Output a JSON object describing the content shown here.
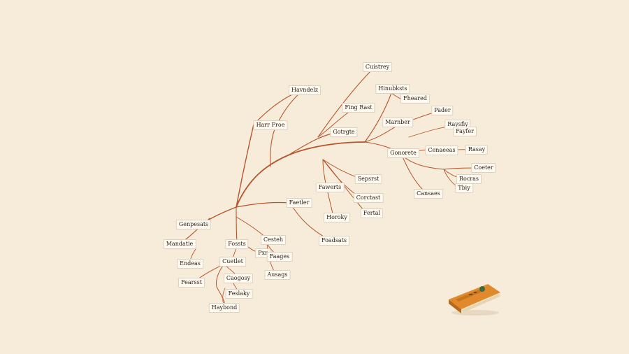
{
  "colors": {
    "background": "#f7ecd9",
    "branch": "#b5562e",
    "label_bg": "#fffaf1",
    "label_border": "#ddd2c0",
    "book_cover": "#e08a2c"
  },
  "nodes": [
    {
      "id": "n1",
      "label": "Cuistrey"
    },
    {
      "id": "n2",
      "label": "Havndelz"
    },
    {
      "id": "n3",
      "label": "Hinubksts"
    },
    {
      "id": "n4",
      "label": "Fheared"
    },
    {
      "id": "n5",
      "label": "Fing Rast"
    },
    {
      "id": "n6",
      "label": "Harr Froe"
    },
    {
      "id": "n7",
      "label": "Marnber"
    },
    {
      "id": "n8",
      "label": "Pader"
    },
    {
      "id": "n9",
      "label": "Raysfiy"
    },
    {
      "id": "n10",
      "label": "Fayfer"
    },
    {
      "id": "n11",
      "label": "Gotrgte"
    },
    {
      "id": "n12",
      "label": "Gonorete"
    },
    {
      "id": "n13",
      "label": "Cenaeeas"
    },
    {
      "id": "n14",
      "label": "Rasay"
    },
    {
      "id": "n15",
      "label": "Coeter"
    },
    {
      "id": "n16",
      "label": "Rocras"
    },
    {
      "id": "n17",
      "label": "Tbiy"
    },
    {
      "id": "n18",
      "label": "Cansaes"
    },
    {
      "id": "n19",
      "label": "Sepsrst"
    },
    {
      "id": "n20",
      "label": "Fawerts"
    },
    {
      "id": "n21",
      "label": "Corctast"
    },
    {
      "id": "n22",
      "label": "Fertal"
    },
    {
      "id": "n23",
      "label": "Horoky"
    },
    {
      "id": "n24",
      "label": "Faetler"
    },
    {
      "id": "n25",
      "label": "Foadsats"
    },
    {
      "id": "n26",
      "label": "Genpesats"
    },
    {
      "id": "n27",
      "label": "Mandatie"
    },
    {
      "id": "n28",
      "label": "Fossts"
    },
    {
      "id": "n29",
      "label": "Cesteh"
    },
    {
      "id": "n30",
      "label": "Pxr"
    },
    {
      "id": "n31",
      "label": "Faages"
    },
    {
      "id": "n32",
      "label": "Ausags"
    },
    {
      "id": "n33",
      "label": "Endeas"
    },
    {
      "id": "n34",
      "label": "Cuetlet"
    },
    {
      "id": "n35",
      "label": "Fearsst"
    },
    {
      "id": "n36",
      "label": "Caogosy"
    },
    {
      "id": "n37",
      "label": "Feslaky"
    },
    {
      "id": "n38",
      "label": "Haybond"
    }
  ]
}
